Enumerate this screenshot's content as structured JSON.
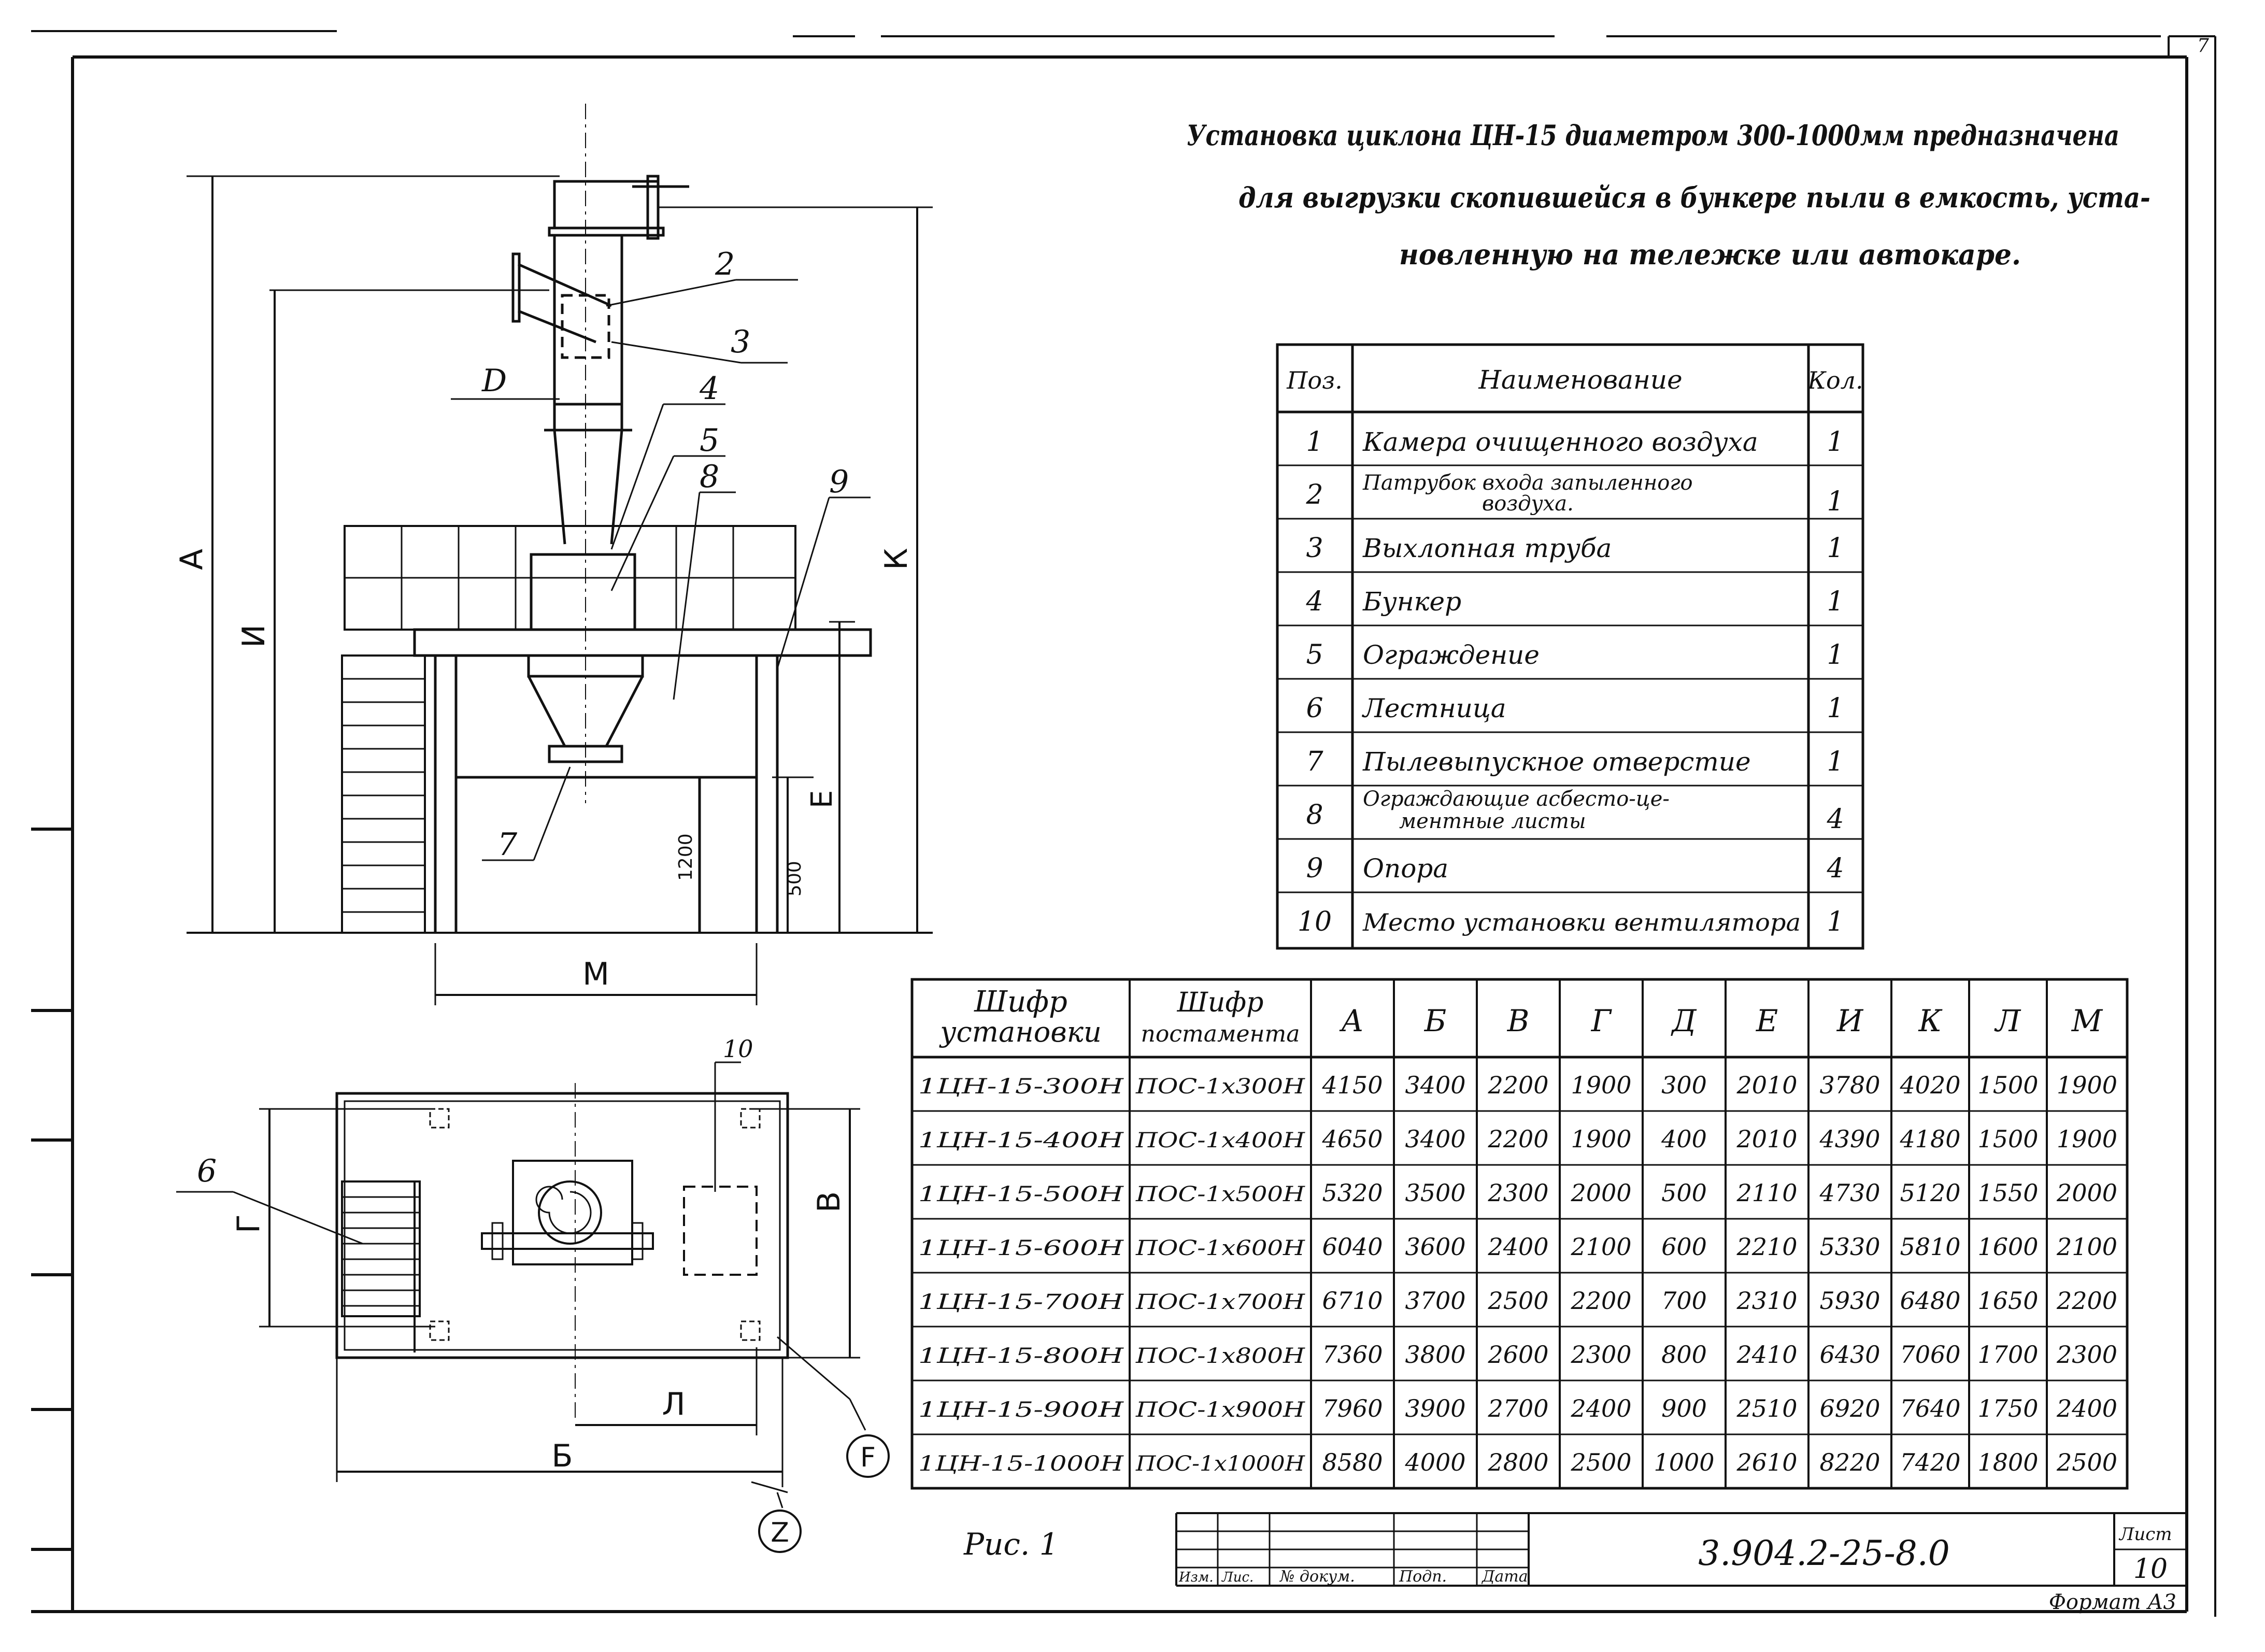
{
  "sheet_corner_number": "7",
  "description_lines": [
    "Установка циклона ЦН-15 диаметром 300-1000мм предназначена",
    "для выгрузки скопившейся в бункере пыли в емкость, уста-",
    "новленную на тележке или автокаре."
  ],
  "parts_table": {
    "headers": [
      "Поз.",
      "Наименование",
      "Кол."
    ],
    "rows": [
      {
        "pos": "1",
        "name": "Камера очищенного воздуха",
        "qty": "1"
      },
      {
        "pos": "2",
        "name_lines": [
          "Патрубок входа запыленного",
          "воздуха."
        ],
        "qty": "1"
      },
      {
        "pos": "3",
        "name": "Выхлопная труба",
        "qty": "1"
      },
      {
        "pos": "4",
        "name": "Бункер",
        "qty": "1"
      },
      {
        "pos": "5",
        "name": "Ограждение",
        "qty": "1"
      },
      {
        "pos": "6",
        "name": "Лестница",
        "qty": "1"
      },
      {
        "pos": "7",
        "name": "Пылевыпускное отверстие",
        "qty": "1"
      },
      {
        "pos": "8",
        "name_lines": [
          "Ограждающие асбесто-це-",
          "ментные листы"
        ],
        "qty": "4"
      },
      {
        "pos": "9",
        "name": "Опора",
        "qty": "4"
      },
      {
        "pos": "10",
        "name": "Место установки вентилятора",
        "qty": "1"
      }
    ]
  },
  "dims_table": {
    "headers": [
      "Шифр установки",
      "Шифр постамента",
      "А",
      "Б",
      "В",
      "Г",
      "Д",
      "Е",
      "И",
      "К",
      "Л",
      "М"
    ],
    "rows": [
      [
        "1ЦН-15-300Н",
        "ПОС-1х300Н",
        "4150",
        "3400",
        "2200",
        "1900",
        "300",
        "2010",
        "3780",
        "4020",
        "1500",
        "1900"
      ],
      [
        "1ЦН-15-400Н",
        "ПОС-1х400Н",
        "4650",
        "3400",
        "2200",
        "1900",
        "400",
        "2010",
        "4390",
        "4180",
        "1500",
        "1900"
      ],
      [
        "1ЦН-15-500Н",
        "ПОС-1х500Н",
        "5320",
        "3500",
        "2300",
        "2000",
        "500",
        "2110",
        "4730",
        "5120",
        "1550",
        "2000"
      ],
      [
        "1ЦН-15-600Н",
        "ПОС-1х600Н",
        "6040",
        "3600",
        "2400",
        "2100",
        "600",
        "2210",
        "5330",
        "5810",
        "1600",
        "2100"
      ],
      [
        "1ЦН-15-700Н",
        "ПОС-1х700Н",
        "6710",
        "3700",
        "2500",
        "2200",
        "700",
        "2310",
        "5930",
        "6480",
        "1650",
        "2200"
      ],
      [
        "1ЦН-15-800Н",
        "ПОС-1х800Н",
        "7360",
        "3800",
        "2600",
        "2300",
        "800",
        "2410",
        "6430",
        "7060",
        "1700",
        "2300"
      ],
      [
        "1ЦН-15-900Н",
        "ПОС-1х900Н",
        "7960",
        "3900",
        "2700",
        "2400",
        "900",
        "2510",
        "6920",
        "7640",
        "1750",
        "2400"
      ],
      [
        "1ЦН-15-1000Н",
        "ПОС-1х1000Н",
        "8580",
        "4000",
        "2800",
        "2500",
        "1000",
        "2610",
        "8220",
        "7420",
        "1800",
        "2500"
      ]
    ]
  },
  "elevation_labels": {
    "A": "А",
    "I": "И",
    "K": "К",
    "E": "Е",
    "M": "М",
    "D": "D",
    "h1200": "1200",
    "h500": "500",
    "callouts": [
      "2",
      "3",
      "4",
      "5",
      "8",
      "9",
      "7"
    ]
  },
  "plan_labels": {
    "V": "В",
    "G": "Г",
    "L": "Л",
    "B": "Б",
    "six": "6",
    "ten": "10",
    "F": "F",
    "Z": "Z"
  },
  "figure_caption": "Рис. 1",
  "title_block": {
    "headers": [
      "Изм.",
      "Лис.",
      "№ докум.",
      "Подп.",
      "Дата"
    ],
    "doc_code": "3.904.2-25-8.0",
    "sheet_label": "Лист",
    "sheet_number": "10"
  },
  "format_label": "Формат А3"
}
